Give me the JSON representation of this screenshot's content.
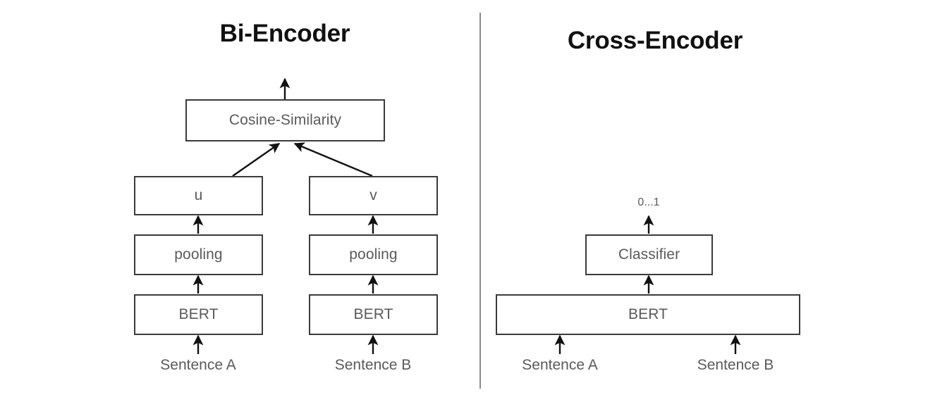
{
  "figure": {
    "background_color": "#ffffff",
    "stroke_color": "#3b3b3b",
    "text_color": "#5a5a5a",
    "title_color": "#111111",
    "divider_color": "#808080"
  },
  "panels": [
    {
      "id": "bi-encoder",
      "title": "Bi-Encoder",
      "nodes": [
        {
          "id": "cosine-similarity",
          "label": "Cosine-Similarity"
        },
        {
          "id": "u-embedding",
          "label": "u"
        },
        {
          "id": "v-embedding",
          "label": "v"
        },
        {
          "id": "pooling-a",
          "label": "pooling"
        },
        {
          "id": "pooling-b",
          "label": "pooling"
        },
        {
          "id": "bert-a",
          "label": "BERT"
        },
        {
          "id": "bert-b",
          "label": "BERT"
        }
      ],
      "inputs": [
        {
          "id": "sentence-a",
          "label": "Sentence A"
        },
        {
          "id": "sentence-b",
          "label": "Sentence B"
        }
      ],
      "output": {
        "id": "bi-output-arrow",
        "label": ""
      }
    },
    {
      "id": "cross-encoder",
      "title": "Cross-Encoder",
      "nodes": [
        {
          "id": "classifier",
          "label": "Classifier"
        },
        {
          "id": "bert-joint",
          "label": "BERT"
        }
      ],
      "inputs": [
        {
          "id": "sentence-a",
          "label": "Sentence A"
        },
        {
          "id": "sentence-b",
          "label": "Sentence B"
        }
      ],
      "output": {
        "id": "score-range",
        "label": "0...1"
      }
    }
  ]
}
